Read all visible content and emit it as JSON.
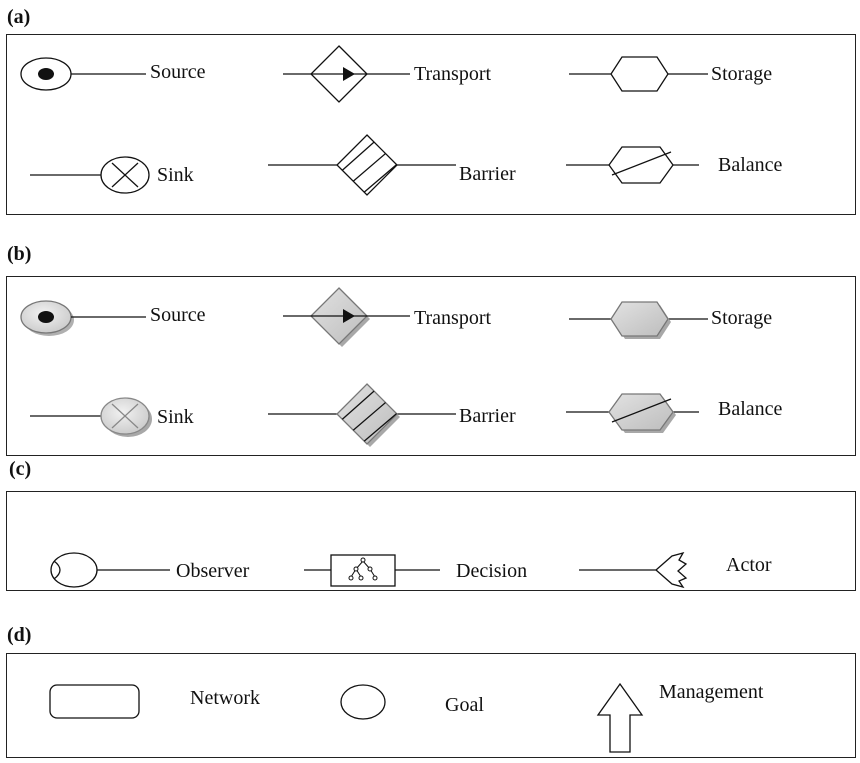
{
  "panels": [
    {
      "label": "(a)",
      "items": [
        "Source",
        "Transport",
        "Storage",
        "Sink",
        "Barrier",
        "Balance"
      ]
    },
    {
      "label": "(b)",
      "items": [
        "Source",
        "Transport",
        "Storage",
        "Sink",
        "Barrier",
        "Balance"
      ]
    },
    {
      "label": "(c)",
      "items": [
        "Observer",
        "Decision",
        "Actor"
      ]
    },
    {
      "label": "(d)",
      "items": [
        "Network",
        "Goal",
        "Management"
      ]
    }
  ],
  "colors": {
    "line": "#111111",
    "fill_gray": "#d4d4d4",
    "fill_dark_gray": "#b8b8b8"
  }
}
